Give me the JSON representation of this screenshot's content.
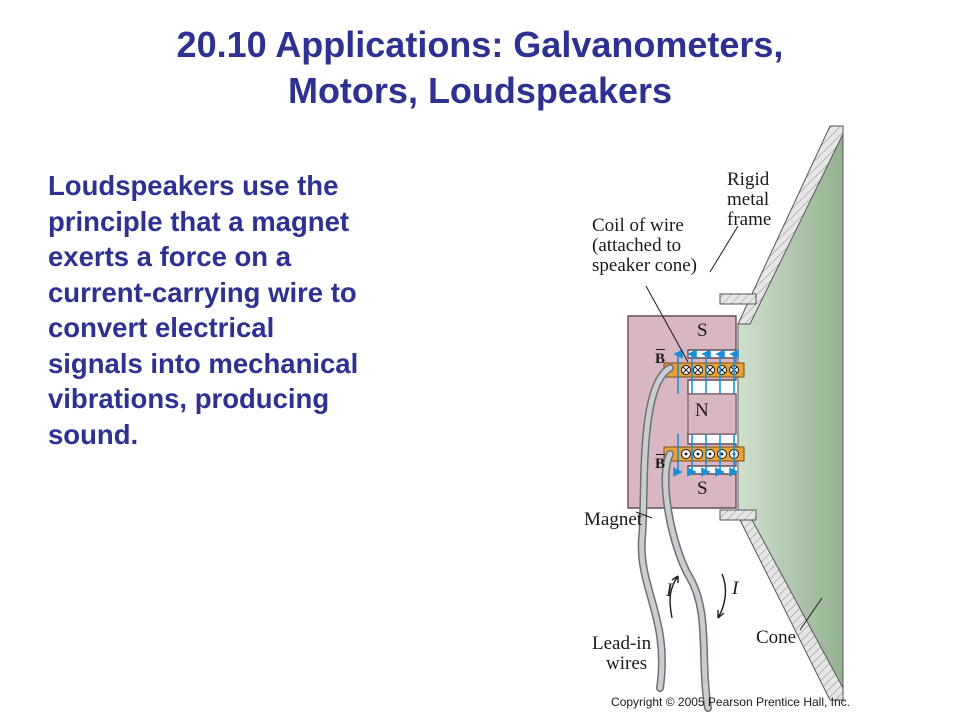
{
  "slide": {
    "title_line1": "20.10 Applications: Galvanometers,",
    "title_line2": "Motors, Loudspeakers",
    "body_lines": [
      "Loudspeakers use the",
      "principle that a magnet",
      "exerts a force on a",
      "current-carrying wire to",
      "convert electrical",
      "signals into mechanical",
      "vibrations, producing",
      "sound."
    ]
  },
  "figure": {
    "label_rigid_frame": [
      "Rigid",
      "metal",
      "frame"
    ],
    "label_coil": [
      "Coil of wire",
      "(attached to",
      "speaker cone)"
    ],
    "label_magnet": "Magnet",
    "label_lead_in": [
      "Lead-in",
      "wires"
    ],
    "label_cone": "Cone",
    "pole_top": "S",
    "pole_middle": "N",
    "pole_bottom": "S",
    "field_symbol": "B",
    "current_symbol": "I",
    "copyright": "Copyright © 2005 Pearson Prentice Hall, Inc."
  },
  "colors": {
    "title": "#2e3192",
    "magnet": "#d9b7c2",
    "cone": "#a9c3a6",
    "coil_band": "#e9a23b",
    "field_lines": "#1b8fd6",
    "wire": "#b9bcc0"
  }
}
